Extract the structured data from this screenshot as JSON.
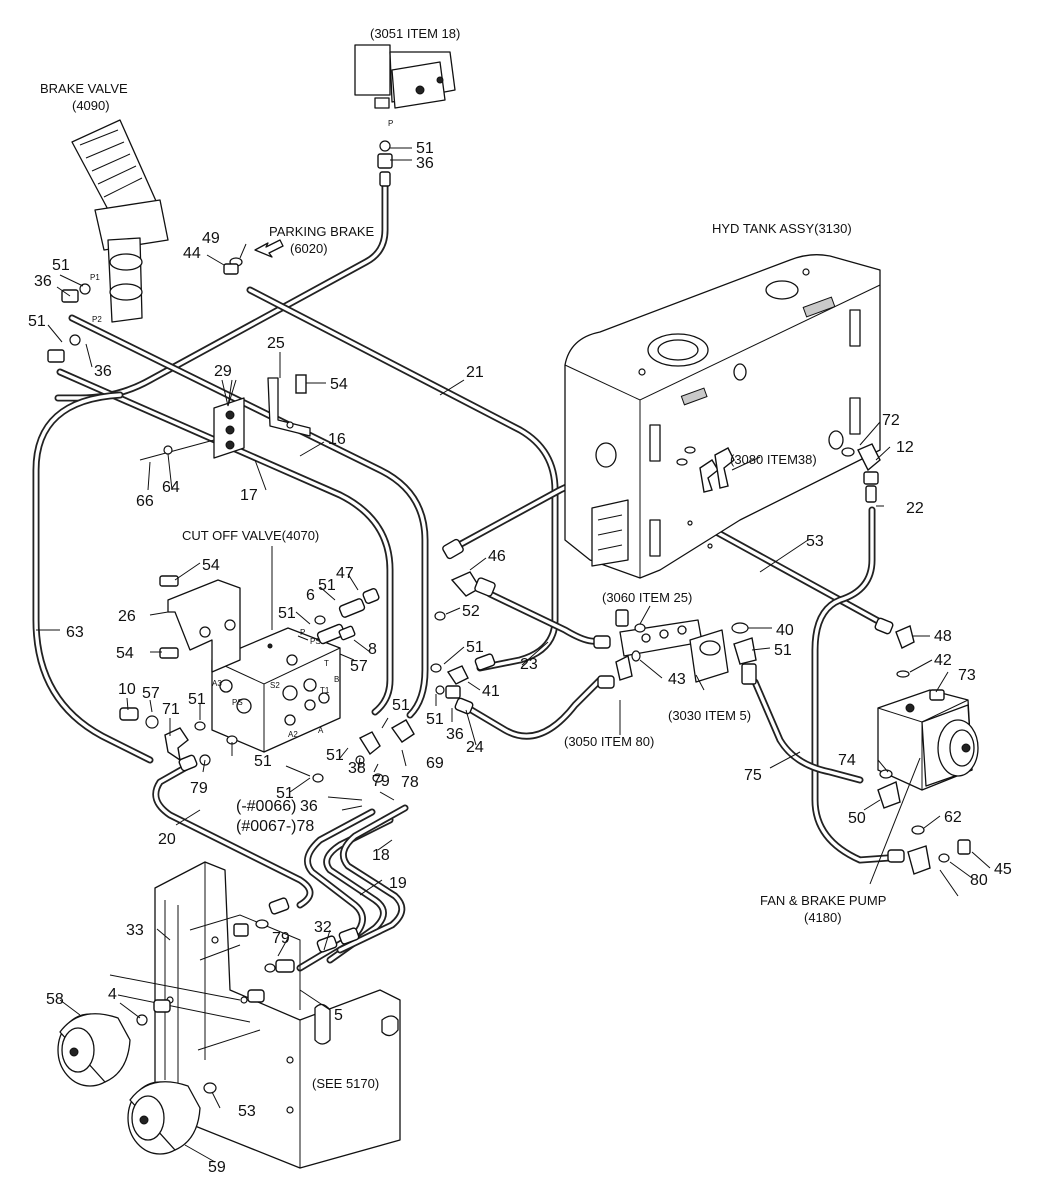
{
  "labels": {
    "brake_valve": "BRAKE VALVE",
    "brake_valve_ref": "(4090)",
    "solenoid_ref": "(3051 ITEM 18)",
    "parking_brake": "PARKING BRAKE",
    "parking_brake_ref": "(6020)",
    "hyd_tank": "HYD TANK ASSY(3130)",
    "tank_item": "(3080 ITEM38)",
    "cut_off_valve": "CUT OFF VALVE(4070)",
    "item_3060": "(3060 ITEM 25)",
    "item_3030": "(3030  ITEM 5)",
    "item_3050": "(3050  ITEM 80)",
    "fan_pump": "FAN & BRAKE PUMP",
    "fan_pump_ref": "(4180)",
    "see_5170": "(SEE 5170)",
    "serial_a": "(-#0066)",
    "serial_b": "(#0067-)78",
    "port_p": "P",
    "port_p1": "P1",
    "port_p2": "P2",
    "port_t": "T",
    "port_t1": "T1",
    "port_b": "B",
    "port_ps": "PS",
    "port_a": "A",
    "port_a2": "A2",
    "port_a3": "A3",
    "port_s2": "S2",
    "port_ps1": "PS1"
  },
  "callouts": [
    "51",
    "36",
    "49",
    "44",
    "51",
    "36",
    "51",
    "36",
    "25",
    "54",
    "29",
    "21",
    "16",
    "17",
    "66",
    "64",
    "63",
    "54",
    "26",
    "54",
    "47",
    "51",
    "6",
    "51",
    "8",
    "57",
    "46",
    "52",
    "51",
    "41",
    "23",
    "10",
    "57",
    "71",
    "51",
    "51",
    "51",
    "38",
    "69",
    "51",
    "36",
    "24",
    "51",
    "79",
    "51",
    "79",
    "36",
    "78",
    "20",
    "18",
    "19",
    "33",
    "79",
    "32",
    "5",
    "58",
    "4",
    "59",
    "53",
    "72",
    "12",
    "22",
    "53",
    "40",
    "51",
    "43",
    "48",
    "42",
    "73",
    "75",
    "74",
    "50",
    "62",
    "80",
    "45"
  ]
}
